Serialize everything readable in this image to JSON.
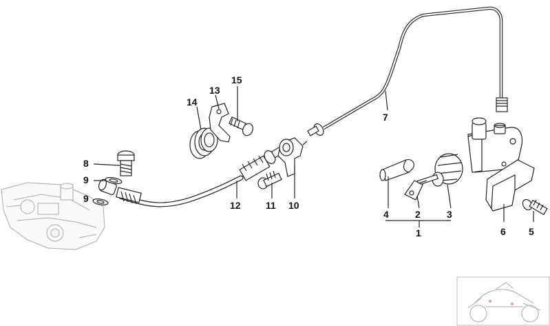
{
  "diagram": {
    "labels": [
      {
        "id": "l1",
        "text": "1"
      },
      {
        "id": "l2",
        "text": "2"
      },
      {
        "id": "l3",
        "text": "3"
      },
      {
        "id": "l4",
        "text": "4"
      },
      {
        "id": "l5",
        "text": "5"
      },
      {
        "id": "l6",
        "text": "6"
      },
      {
        "id": "l7",
        "text": "7"
      },
      {
        "id": "l8",
        "text": "8"
      },
      {
        "id": "l9a",
        "text": "9"
      },
      {
        "id": "l9b",
        "text": "9"
      },
      {
        "id": "l10",
        "text": "10"
      },
      {
        "id": "l11",
        "text": "11"
      },
      {
        "id": "l12",
        "text": "12"
      },
      {
        "id": "l13",
        "text": "13"
      },
      {
        "id": "l14",
        "text": "14"
      },
      {
        "id": "l15",
        "text": "15"
      }
    ]
  }
}
